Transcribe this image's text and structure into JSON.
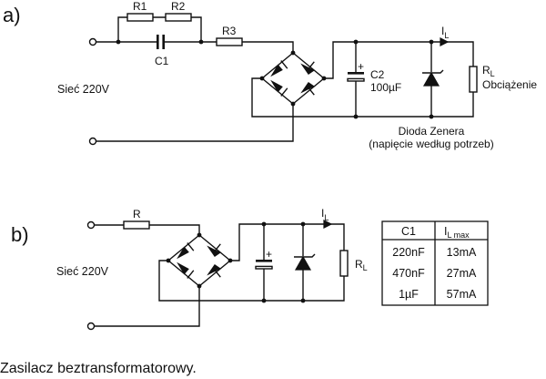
{
  "labels": {
    "panel_a": "a)",
    "panel_b": "b)",
    "mains_a": "Sieć 220V",
    "mains_b": "Sieć 220V",
    "r1": "R1",
    "r2": "R2",
    "r3": "R3",
    "c1": "C1",
    "c2": "C2",
    "c2_value": "100µF",
    "c2_plus": "+",
    "il_main": "I",
    "il_sub": "L",
    "rl_main": "R",
    "rl_sub": "L",
    "load": "Obciążenie",
    "zener_line1": "Dioda Zenera",
    "zener_line2": "(napięcie według potrzeb)",
    "r_b": "R",
    "c_b_plus": "+",
    "il_b_main": "I",
    "il_b_sub": "L",
    "rl_b_main": "R",
    "rl_b_sub": "L"
  },
  "table": {
    "col1_header": "C1",
    "col2_header_main": "I",
    "col2_header_sub": "L max",
    "rows": [
      {
        "c": "220nF",
        "i": "13mA"
      },
      {
        "c": "470nF",
        "i": "27mA"
      },
      {
        "c": "1µF",
        "i": "57mA"
      }
    ]
  },
  "caption": "Zasilacz beztransformatorowy."
}
